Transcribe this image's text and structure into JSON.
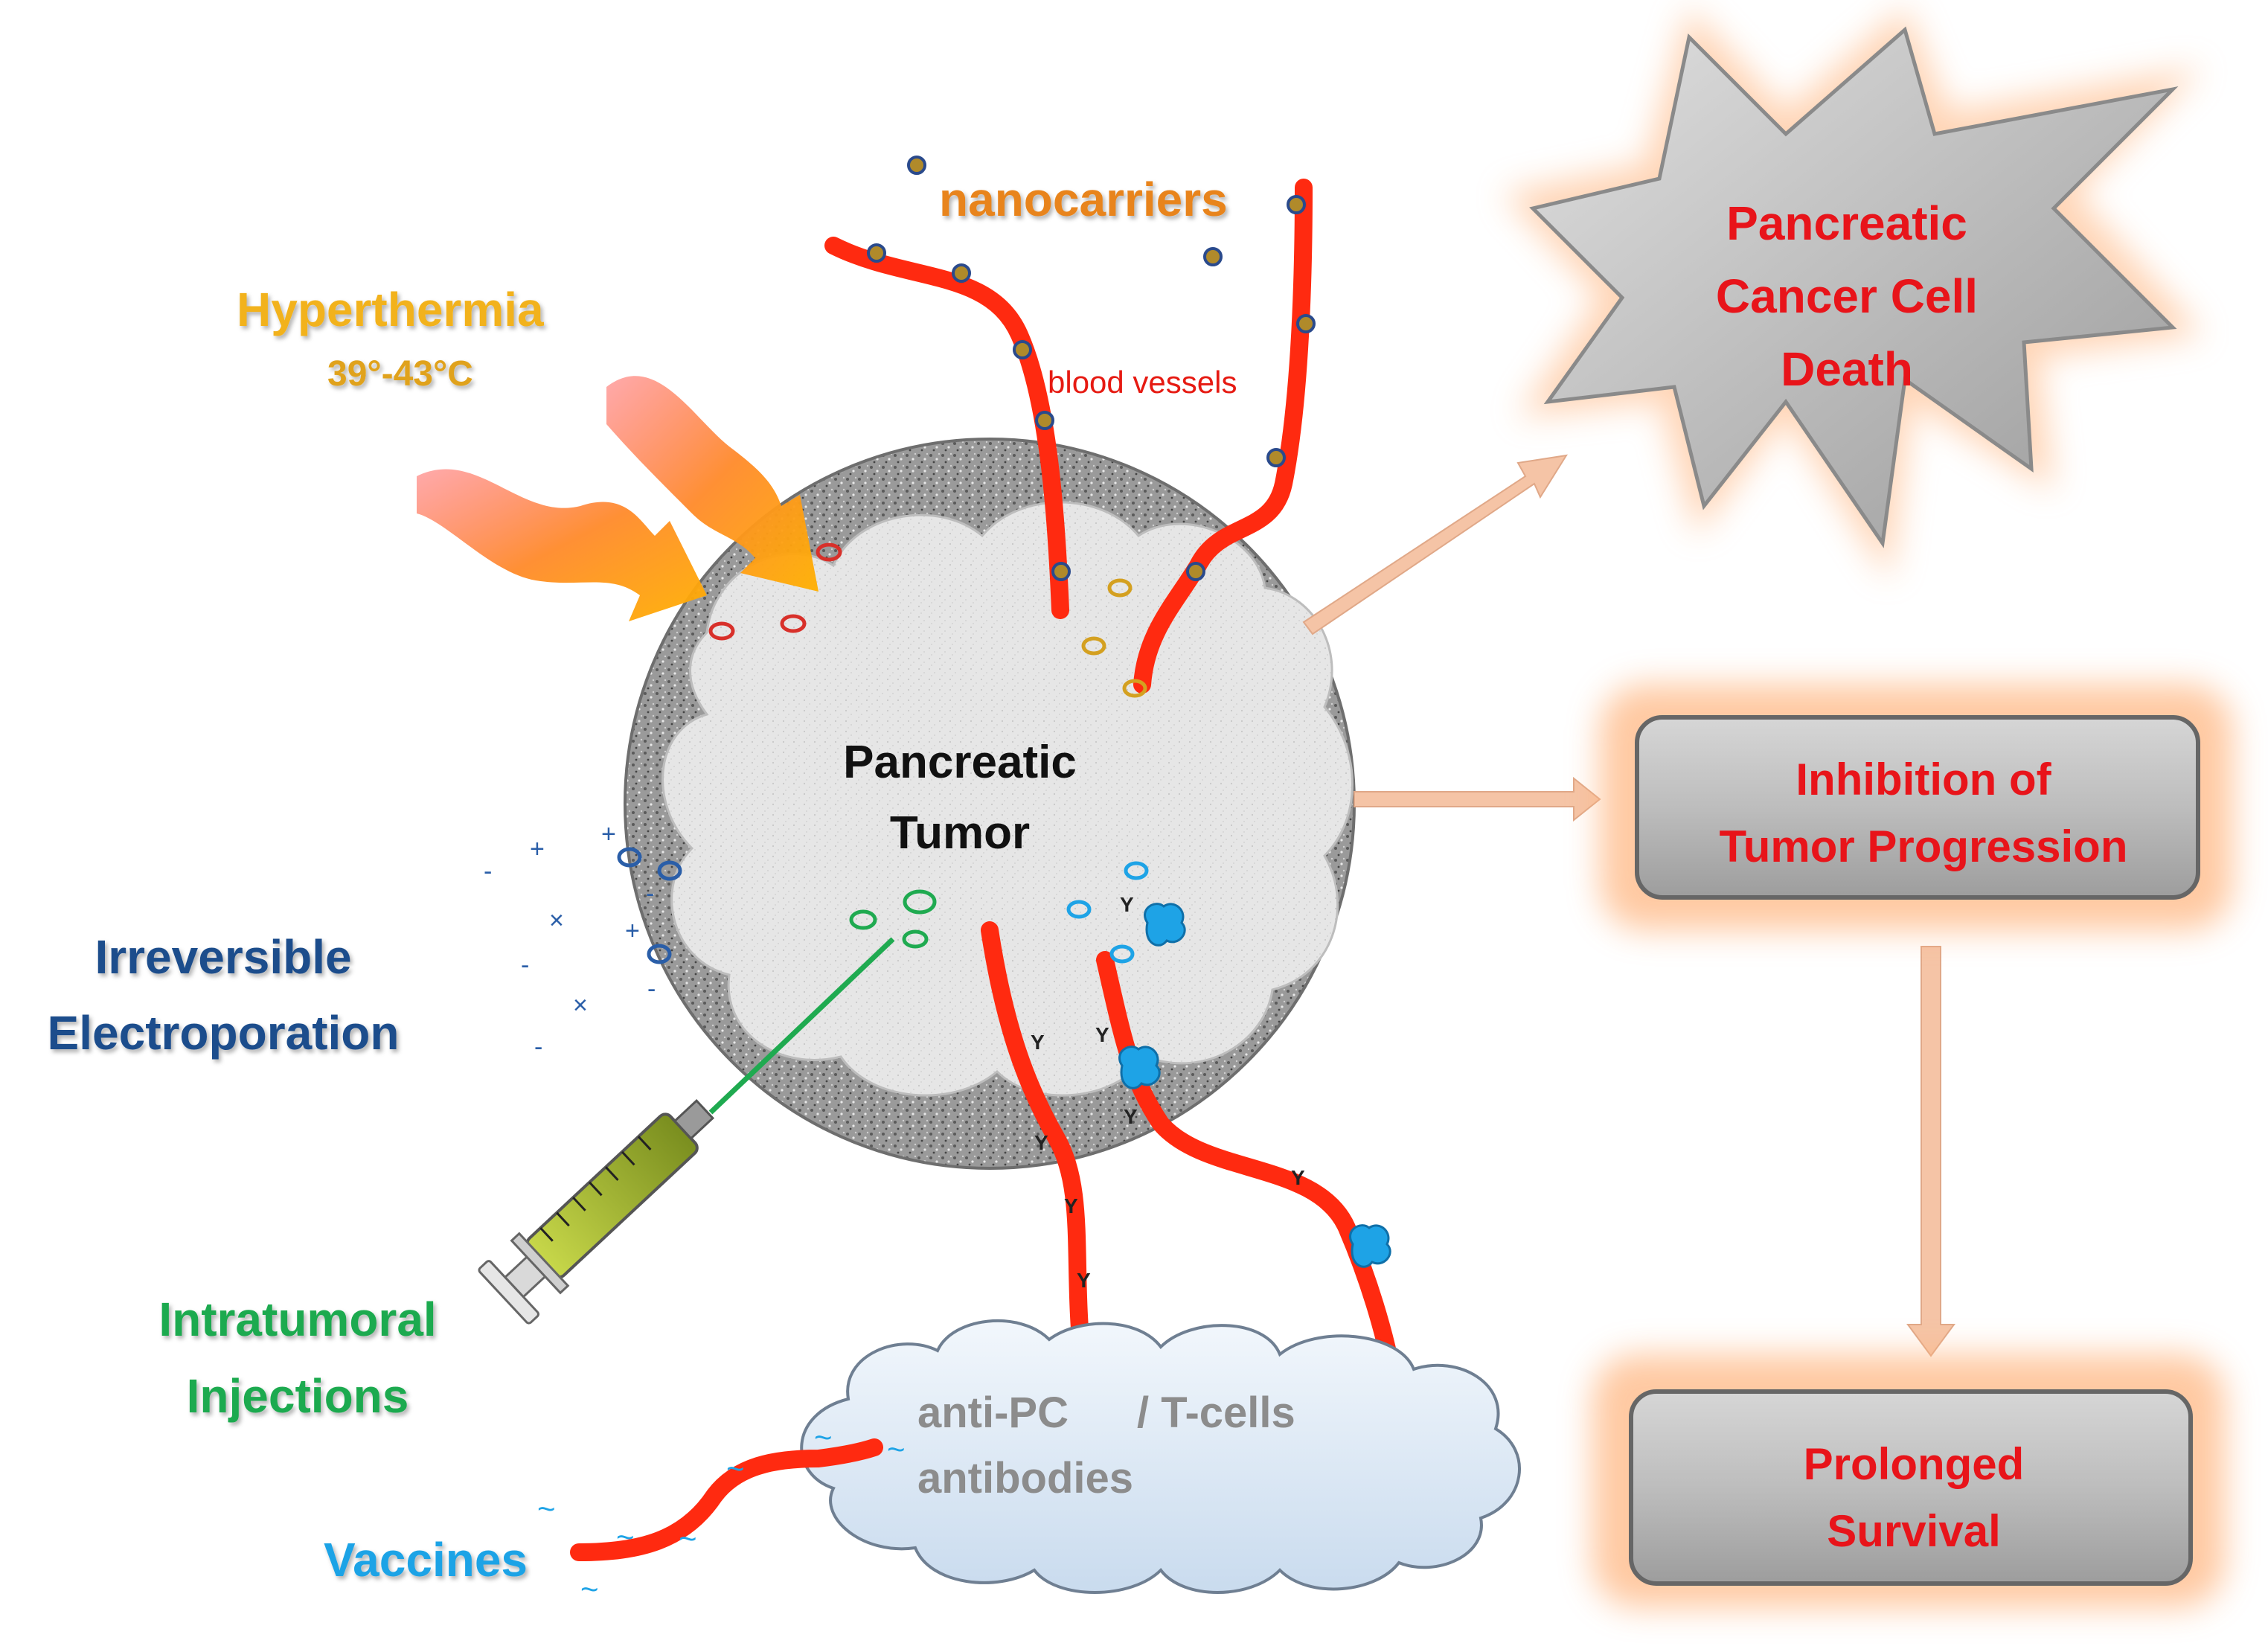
{
  "labels": {
    "hyperthermia": "Hyperthermia",
    "temperature_range": "39°-43°C",
    "nanocarriers": "nanocarriers",
    "blood_vessels": "blood vessels",
    "tumor_line1": "Pancreatic",
    "tumor_line2": "Tumor",
    "ire_line1": "Irreversible",
    "ire_line2": "Electroporation",
    "injection_line1": "Intratumoral",
    "injection_line2": "Injections",
    "vaccines": "Vaccines",
    "cloud_line1_left": "anti-PC",
    "cloud_line1_right": "/ T-cells",
    "cloud_line2": "antibodies"
  },
  "outcomes": {
    "death_line1": "Pancreatic",
    "death_line2": "Cancer Cell",
    "death_line3": "Death",
    "inhibition_line1": "Inhibition of",
    "inhibition_line2": "Tumor Progression",
    "survival_line1": "Prolonged",
    "survival_line2": "Survival"
  },
  "colors": {
    "vessel": "#ff2a10",
    "hyperthermia": "#f2b21b",
    "ire": "#1f4e8c",
    "injection": "#1faa50",
    "vaccine": "#1ea3e6",
    "nanocarrier_text": "#e8841a",
    "outcome_text": "#e8141a",
    "antibody_text": "#8c8c8c",
    "glow": "#ffb27a"
  },
  "icons": [
    "heat-arrow-icon",
    "syringe-icon",
    "antibody-icon",
    "t-cell-icon",
    "nanocarrier-icon"
  ]
}
